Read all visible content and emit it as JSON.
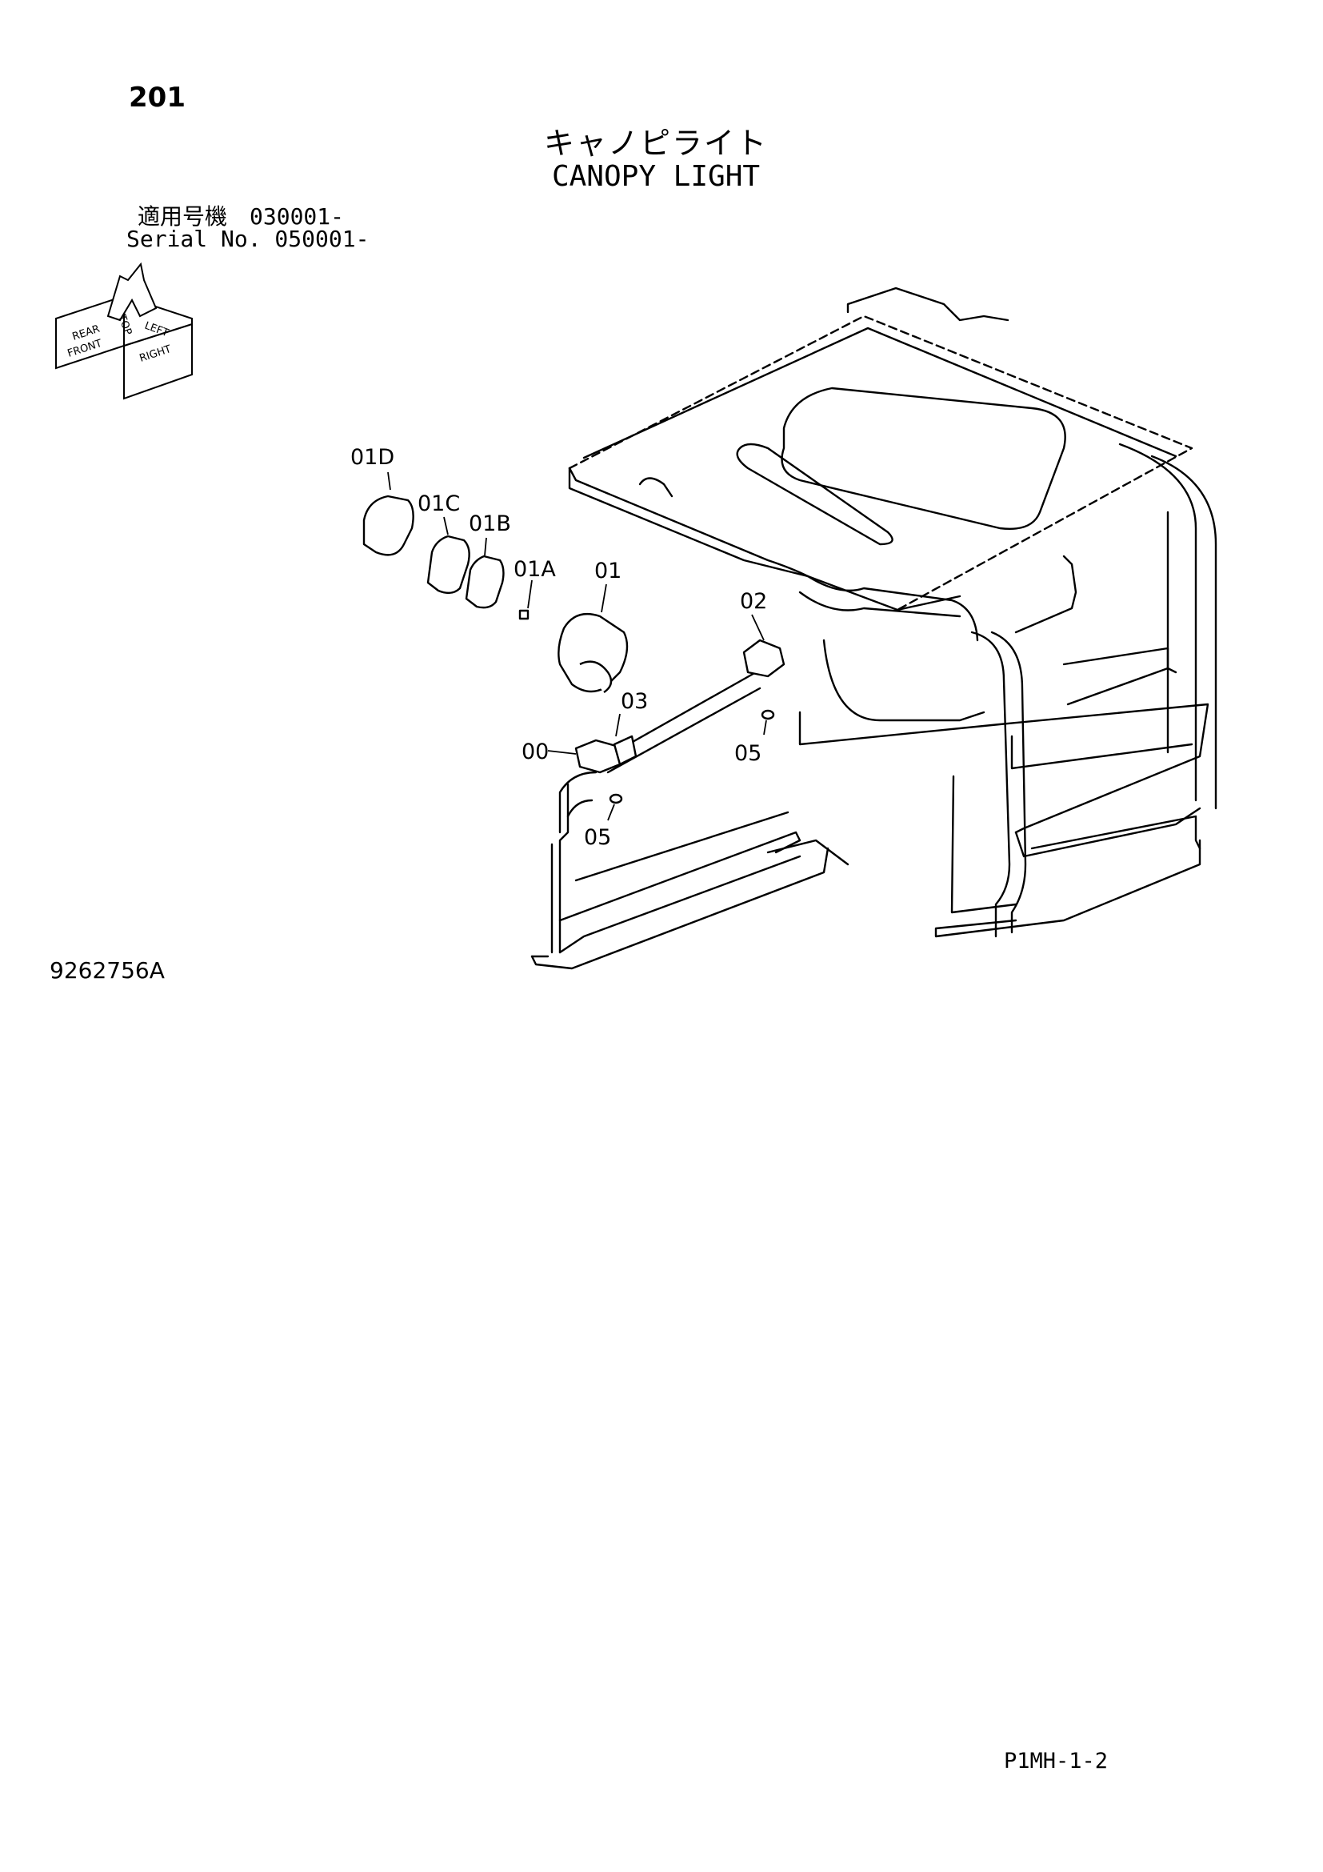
{
  "header": {
    "page_number": "201",
    "title_jp": "キャノピライト",
    "title_en": "CANOPY LIGHT",
    "serial_jp": "適用号機　030001-",
    "serial_en": "Serial No. 050001-"
  },
  "orientation_icon": {
    "labels": [
      "REAR",
      "TOP",
      "LEFT",
      "FRONT",
      "RIGHT"
    ]
  },
  "parts": {
    "p01D": "01D",
    "p01C": "01C",
    "p01B": "01B",
    "p01A": "01A",
    "p01": "01",
    "p02": "02",
    "p03": "03",
    "p00": "00",
    "p05a": "05",
    "p05b": "05"
  },
  "footer": {
    "drawing_number": "9262756A",
    "page_code": "P1MH-1-2"
  },
  "icons": [
    "orientation-icon",
    "canopy-frame-drawing",
    "work-light-assembly"
  ]
}
